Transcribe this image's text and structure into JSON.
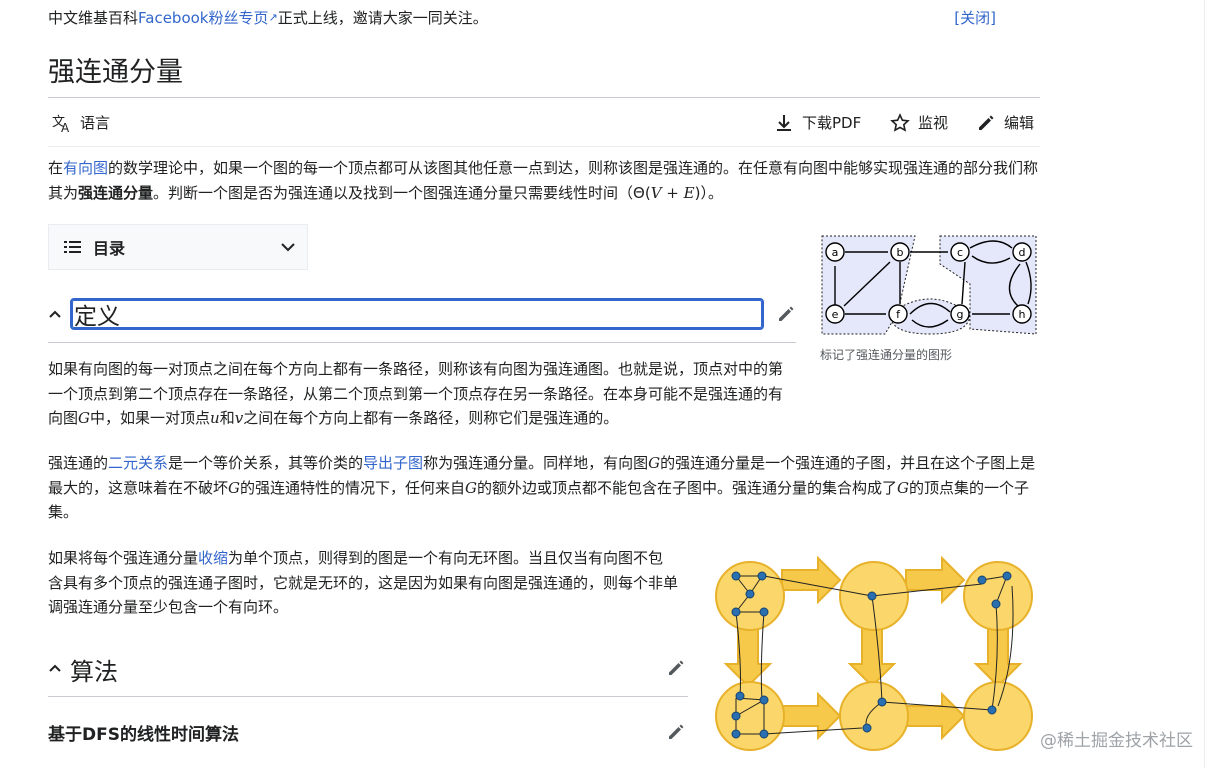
{
  "notice": {
    "prefix": "中文维基百科",
    "link": "Facebook粉丝专页",
    "suffix": "正式上线，邀请大家一同关注。",
    "close": "[关闭]"
  },
  "page": {
    "title": "强连通分量"
  },
  "toolbar": {
    "language": "语言",
    "download_pdf": "下载PDF",
    "watch": "监视",
    "edit": "编辑"
  },
  "intro": {
    "p1": "在",
    "link1": "有向图",
    "p2": "的数学理论中，如果一个图的每一个顶点都可从该图其他任意一点到达，则称该图是强连通的。在任意有向图中能够实现强连通的部分我们称其为",
    "bold": "强连通分量",
    "p3": "。判断一个图是否为强连通以及找到一个图强连通分量只需要线性时间（Θ(",
    "math": "V + E",
    "p4": ")）。"
  },
  "toc": {
    "label": "目录"
  },
  "definition": {
    "heading_value": "定义",
    "para1": {
      "a": "如果有向图的每一对顶点之间在每个方向上都有一条路径，则称该有向图为强连通图。也就是说，顶点对中的第一个顶点到第二个顶点存在一条路径，从第二个顶点到第一个顶点存在另一条路径。在本身可能不是强连通的有向图",
      "g1": "G",
      "b": "中，如果一对顶点",
      "u": "u",
      "c": "和",
      "v": "v",
      "d": "之间在每个方向上都有一条路径，则称它们是强连通的。"
    },
    "para2": {
      "a": "强连通的",
      "link1": "二元关系",
      "b": "是一个等价关系，其等价类的",
      "link2": "导出子图",
      "c": "称为强连通分量。同样地，有向图",
      "g1": "G",
      "d": "的强连通分量是一个强连通的子图，并且在这个子图上是最大的，这意味着在不破坏",
      "g2": "G",
      "e": "的强连通特性的情况下，任何来自",
      "g3": "G",
      "f": "的额外边或顶点都不能包含在子图中。强连通分量的集合构成了",
      "g4": "G",
      "g": "的顶点集的一个子集。"
    },
    "para3": {
      "a": "如果将每个强连通分量",
      "link1": "收缩",
      "b": "为单个顶点，则得到的图是一个有向无环图。当且仅当有向图不包含具有多个顶点的强连通子图时，它就是无环的，这是因为如果有向图是强连通的，则每个非单调强连通分量至少包含一个有向环。"
    }
  },
  "figure1": {
    "caption": "标记了强连通分量的图形",
    "nodes": [
      "a",
      "b",
      "c",
      "d",
      "e",
      "f",
      "g",
      "h"
    ]
  },
  "algorithm": {
    "heading": "算法",
    "subheading": "基于DFS的线性时间算法"
  },
  "watermark": "@稀土掘金技术社区"
}
